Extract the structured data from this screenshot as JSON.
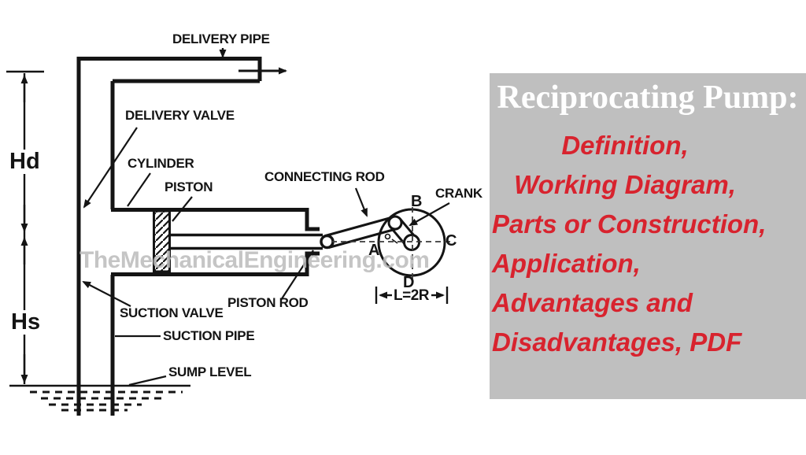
{
  "diagram": {
    "watermark": "TheMechanicalEngineering.com",
    "labels": {
      "delivery_pipe": "DELIVERY PIPE",
      "delivery_valve": "DELIVERY VALVE",
      "cylinder": "CYLINDER",
      "piston": "PISTON",
      "connecting_rod": "CONNECTING ROD",
      "crank": "CRANK",
      "piston_rod": "PISTON ROD",
      "suction_valve": "SUCTION VALVE",
      "suction_pipe": "SUCTION PIPE",
      "sump_level": "SUMP LEVEL"
    },
    "dimensions": {
      "delivery_head": "Hd",
      "suction_head": "Hs",
      "stroke_length": "L=2R"
    },
    "crank_points": {
      "a": "A",
      "b": "B",
      "c": "C",
      "d": "D"
    }
  },
  "panel": {
    "title": "Reciprocating Pump:",
    "lines": [
      "Definition,",
      "Working Diagram,",
      "Parts or Construction,",
      "Application,",
      "Advantages and",
      "Disadvantages, PDF"
    ],
    "colors": {
      "bg": "#bfbfbf",
      "title": "#ffffff",
      "accent": "#d8232e"
    }
  },
  "colors": {
    "ink": "#141414",
    "watermark": "#bcbcbc",
    "background": "#ffffff"
  }
}
